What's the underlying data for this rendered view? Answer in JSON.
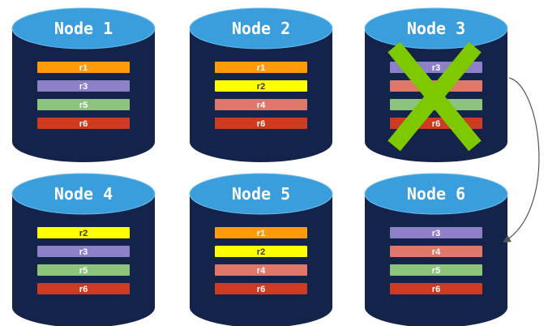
{
  "colors": {
    "cylinder_body": "#14234a",
    "cylinder_top": "#3a9ddc",
    "cylinder_top_edge": "#6cc0ef",
    "failure_mark": "#7ec800",
    "arrow": "#555555"
  },
  "replica_colors": {
    "r1": "#ff9a08",
    "r2": "#ffff00",
    "r3": "#8d7fc8",
    "r4": "#e0786a",
    "r5": "#8cc47a",
    "r6": "#cc3b22"
  },
  "nodes": [
    {
      "title": "Node 1",
      "replicas": [
        "r1",
        "r3",
        "r5",
        "r6"
      ],
      "failed": false
    },
    {
      "title": "Node 2",
      "replicas": [
        "r1",
        "r2",
        "r4",
        "r6"
      ],
      "failed": false
    },
    {
      "title": "Node 3",
      "replicas": [
        "r3",
        "r4",
        "r5",
        "r6"
      ],
      "failed": true
    },
    {
      "title": "Node 4",
      "replicas": [
        "r2",
        "r3",
        "r5",
        "r6"
      ],
      "failed": false
    },
    {
      "title": "Node 5",
      "replicas": [
        "r1",
        "r2",
        "r4",
        "r6"
      ],
      "failed": false
    },
    {
      "title": "Node 6",
      "replicas": [
        "r3",
        "r4",
        "r5",
        "r6"
      ],
      "failed": false
    }
  ],
  "edges": [
    {
      "from": "Node 3",
      "to": "Node 6",
      "style": "curved-arrow"
    }
  ]
}
